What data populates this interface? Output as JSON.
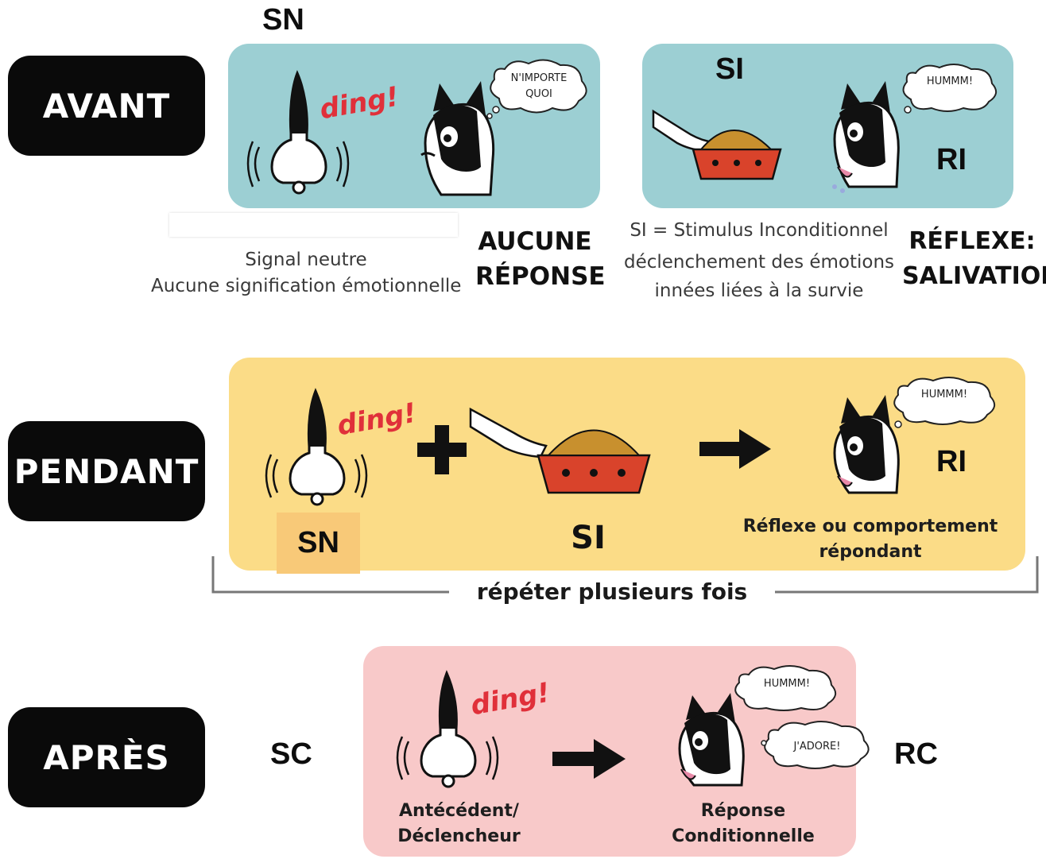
{
  "stages": {
    "avant": "AVANT",
    "pendant": "PENDANT",
    "apres": "APRÈS"
  },
  "avant": {
    "sn_label": "SN",
    "ding": "ding!",
    "bubble_dog1_line1": "N'IMPORTE",
    "bubble_dog1_line2": "QUOI",
    "signal_line1": "Signal neutre",
    "signal_line2": "Aucune signification émotionnelle",
    "no_response_line1": "AUCUNE",
    "no_response_line2": "RÉPONSE",
    "si_label": "SI",
    "bubble_dog2": "HUMMM!",
    "ri_label": "RI",
    "si_line1": "SI = Stimulus Inconditionnel",
    "si_line2": "déclenchement des émotions",
    "si_line3": "innées liées à la survie",
    "reflex_line1": "RÉFLEXE:",
    "reflex_line2": "SALIVATION"
  },
  "pendant": {
    "ding": "ding!",
    "sn_label": "SN",
    "si_label": "SI",
    "bubble": "HUMMM!",
    "ri_label": "RI",
    "reflex_line1": "Réflexe ou comportement",
    "reflex_line2": "répondant",
    "repeat": "répéter plusieurs fois"
  },
  "apres": {
    "sc_label": "SC",
    "ding": "ding!",
    "bubble1": "HUMMM!",
    "bubble2": "J'ADORE!",
    "rc_label": "RC",
    "antecedent_line1": "Antécédent/",
    "antecedent_line2": "Déclencheur",
    "response_line1": "Réponse",
    "response_line2": "Conditionnelle"
  },
  "colors": {
    "blue_panel": "#9ccfd3",
    "yellow_panel": "#fbdc87",
    "pink_panel": "#f8c9c9",
    "sn_highlight": "#f8c978",
    "ding_red": "#e0303a",
    "bowl_red": "#d9432b",
    "stage_black": "#0a0a0a"
  },
  "icons": [
    "bell-icon",
    "dog-icon",
    "food-bowl-icon",
    "hand-icon",
    "thought-bubble-icon",
    "plus-icon",
    "arrow-right-icon"
  ]
}
